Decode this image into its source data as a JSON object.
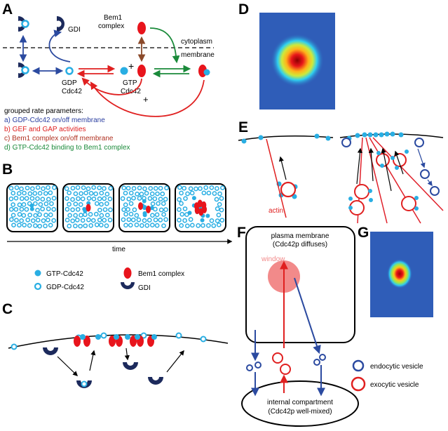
{
  "panel_labels": {
    "A": "A",
    "B": "B",
    "C": "C",
    "D": "D",
    "E": "E",
    "F": "F",
    "G": "G"
  },
  "panelA": {
    "bem1_line1": "Bem1",
    "bem1_line2": "complex",
    "cytoplasm": "cytoplasm",
    "membrane": "membrane",
    "gdi": "GDI",
    "gdp_line1": "GDP",
    "gdp_line2": "Cdc42",
    "gtp_line1": "GTP",
    "gtp_line2": "Cdc42",
    "plus_top": "+",
    "plus_bottom": "+",
    "params_title": "grouped rate parameters:",
    "params": [
      {
        "text": "a) GDP-Cdc42 on/off membrane",
        "color": "#2b3fa0"
      },
      {
        "text": "b) GEF and GAP activities",
        "color": "#e02020"
      },
      {
        "text": "c) Bem1 complex on/off membrane",
        "color": "#b03020"
      },
      {
        "text": "d) GTP-Cdc42 binding to Bem1 complex",
        "color": "#1a8a3a"
      }
    ]
  },
  "panelB": {
    "time_label": "time"
  },
  "legend": {
    "gtp": "GTP-Cdc42",
    "gdp": "GDP-Cdc42",
    "bem1": "Bem1 complex",
    "gdi": "GDI"
  },
  "panelE": {
    "actin": "actin"
  },
  "panelF": {
    "pm_line1": "plasma membrane",
    "pm_line2": "(Cdc42p diffuses)",
    "window": "window",
    "ic_line1": "internal compartment",
    "ic_line2": "(Cdc42p well-mixed)"
  },
  "panelG": {
    "endo": "endocytic vesicle",
    "exo": "exocytic vesicle"
  },
  "colors": {
    "cdc42": "#29aee3",
    "bem1": "#e8141c",
    "gdi": "#1c2a5c",
    "actin": "#e0202a",
    "vesicle_blue": "#2b4aa0",
    "vesicle_red": "#e02020"
  }
}
